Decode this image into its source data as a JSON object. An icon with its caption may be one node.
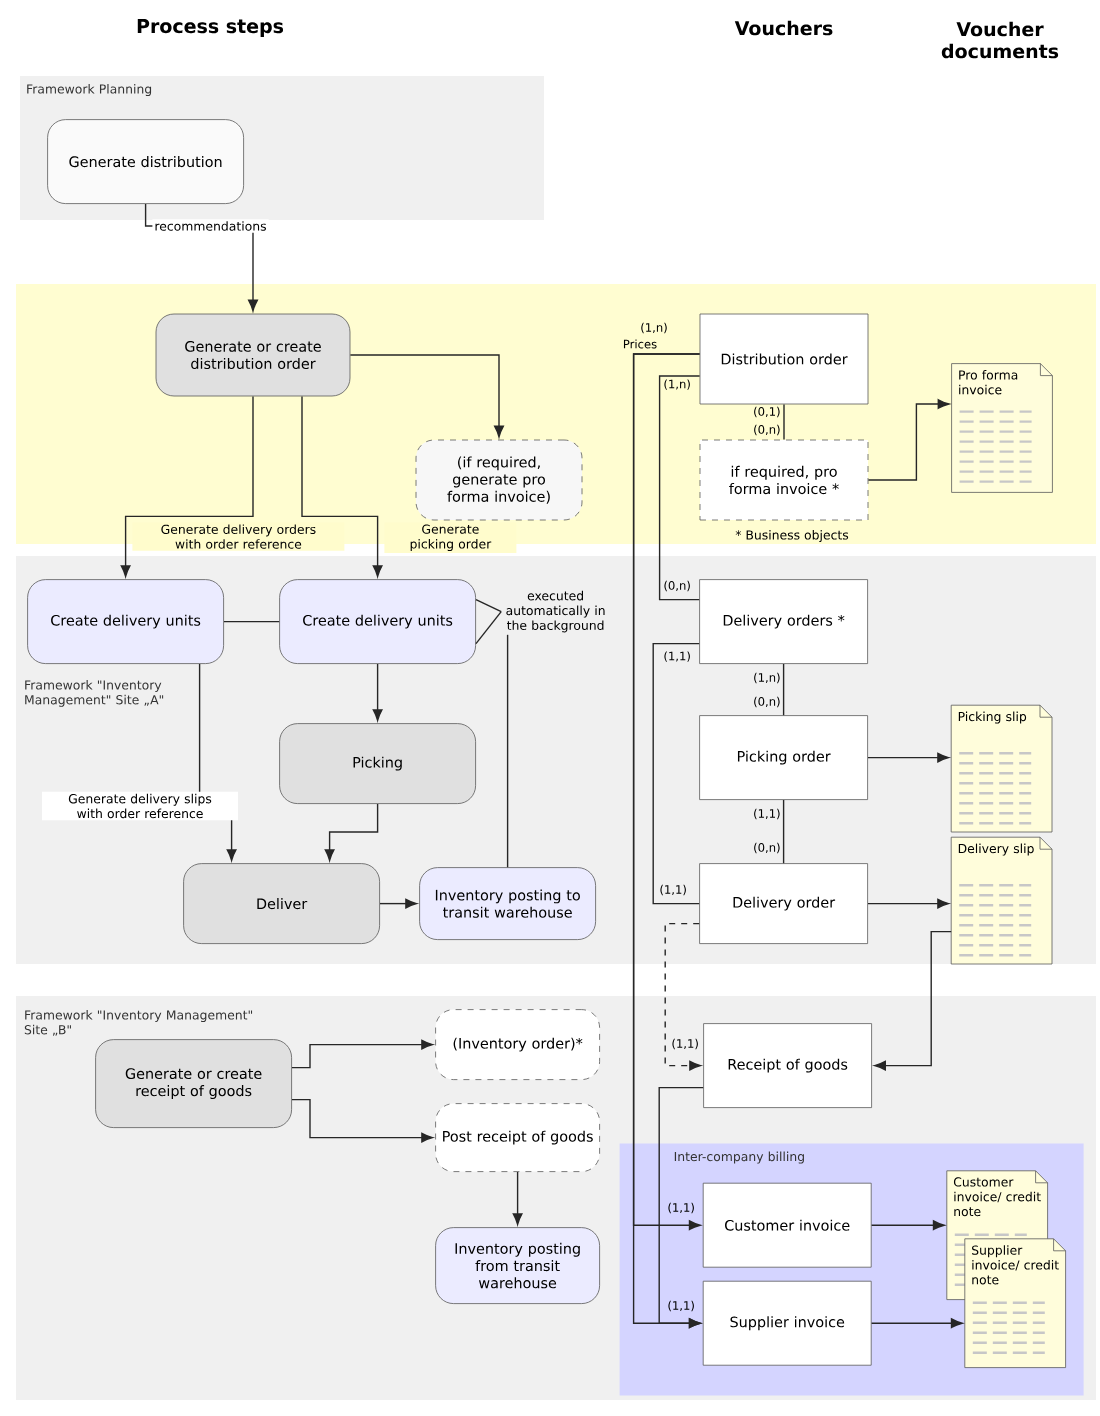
{
  "diagram": {
    "nodes": [
      {
        "text": [
          "Framework Planning"
        ]
      },
      {
        "text": [
          "Generate distribution"
        ],
        "in": 0
      },
      {
        "text": [
          "Generate or create distribution order"
        ]
      },
      {
        "text": [
          "(if required, generate pro forma invoice)"
        ]
      },
      {
        "text": [
          "Framework \"Inventory Management\" Site „A\""
        ]
      },
      {
        "text": [
          "Create delivery units"
        ],
        "in": 4
      },
      {
        "text": [
          "Create delivery units"
        ],
        "in": 4
      },
      {
        "text": [
          "Picking"
        ],
        "in": 4
      },
      {
        "text": [
          "Deliver"
        ],
        "in": 4
      },
      {
        "text": [
          "Inventory posting to transit warehouse"
        ],
        "in": 4
      },
      {
        "text": [
          "Distribution order"
        ]
      },
      {
        "text": [
          "if required, pro forma invoice *"
        ]
      },
      {
        "text": [
          "Delivery orders *"
        ],
        "in": 4
      },
      {
        "text": [
          "Picking order"
        ],
        "in": 4
      },
      {
        "text": [
          "Delivery order"
        ],
        "in": 4
      },
      {
        "text": [
          "Pro forma invoice"
        ]
      },
      {
        "text": [
          "Picking slip"
        ],
        "in": 4
      },
      {
        "text": [
          "Delivery slip"
        ],
        "in": 4
      },
      {
        "text": [
          "Framework \"Inventory Management\" Site „B\""
        ]
      },
      {
        "text": [
          "Generate or create receipt of goods"
        ],
        "in": 18
      },
      {
        "text": [
          "(Inventory order)*"
        ],
        "in": 18
      },
      {
        "text": [
          "Post receipt of goods"
        ],
        "in": 18
      },
      {
        "text": [
          "Inventory posting from transit warehouse"
        ],
        "in": 18
      },
      {
        "text": [
          "Receipt of goods"
        ],
        "in": 18
      },
      {
        "text": [
          "Inter-company billing"
        ],
        "in": 18
      },
      {
        "text": [
          "Customer invoice"
        ],
        "in": 24
      },
      {
        "text": [
          "Supplier invoice"
        ],
        "in": 24
      },
      {
        "text": [
          "Customer invoice/ credit note"
        ],
        "in": 24
      },
      {
        "text": [
          "Supplier invoice/ credit note"
        ],
        "in": 24
      },
      {
        "text": [
          "executed automatically in the background"
        ],
        "in": 4
      }
    ],
    "edges": [
      {
        "from": 1,
        "to": 2,
        "arrow": "to",
        "label": "recommendations"
      },
      {
        "from": 2,
        "to": 3,
        "arrow": "to"
      },
      {
        "from": 2,
        "to": 5,
        "arrow": "to",
        "label": "Generate delivery orders with order reference"
      },
      {
        "from": 2,
        "to": 6,
        "arrow": "to",
        "label": "Generate picking order"
      },
      {
        "from": 5,
        "to": 6,
        "arrow": "none"
      },
      {
        "from": 6,
        "to": 7,
        "arrow": "to"
      },
      {
        "from": 5,
        "to": 8,
        "arrow": "to",
        "label": "Generate delivery slips with order reference"
      },
      {
        "from": 7,
        "to": 8,
        "arrow": "to"
      },
      {
        "from": 8,
        "to": 9,
        "arrow": "to"
      },
      {
        "from": 29,
        "to": 6,
        "arrow": "none"
      },
      {
        "from": 29,
        "to": 6,
        "arrow": "none"
      },
      {
        "from": 9,
        "to": 29,
        "arrow": "none"
      },
      {
        "from": 10,
        "to": 11,
        "arrow": "none"
      },
      {
        "from": 11,
        "to": 15,
        "arrow": "to"
      },
      {
        "from": 10,
        "to": 12,
        "arrow": "none"
      },
      {
        "from": 10,
        "to": 25,
        "arrow": "to"
      },
      {
        "from": 10,
        "to": 26,
        "arrow": "to"
      },
      {
        "from": 12,
        "to": 13,
        "arrow": "none"
      },
      {
        "from": 12,
        "to": 14,
        "arrow": "none"
      },
      {
        "from": 13,
        "to": 14,
        "arrow": "none"
      },
      {
        "from": 13,
        "to": 16,
        "arrow": "to"
      },
      {
        "from": 14,
        "to": 17,
        "arrow": "to"
      },
      {
        "from": 14,
        "to": 23,
        "arrow": "to",
        "style": "dashed"
      },
      {
        "from": 17,
        "to": 23,
        "arrow": "to"
      },
      {
        "from": 19,
        "to": 20,
        "arrow": "to"
      },
      {
        "from": 19,
        "to": 21,
        "arrow": "to"
      },
      {
        "from": 21,
        "to": 22,
        "arrow": "to"
      },
      {
        "from": 23,
        "to": 26,
        "arrow": "to"
      },
      {
        "from": 25,
        "to": 27,
        "arrow": "to"
      },
      {
        "from": 26,
        "to": 28,
        "arrow": "to"
      }
    ],
    "labels": [
      "Process steps",
      "Vouchers",
      "Voucher documents",
      "(1,n)",
      "Prices",
      "(1,n)",
      "(0,1)",
      "(0,n)",
      "* Business objects",
      "(0,n)",
      "(1,1)",
      "(1,n)",
      "(0,n)",
      "(1,1)",
      "(0,n)",
      "(1,1)",
      "(1,1)",
      "(1,1)",
      "(1,1)"
    ]
  }
}
